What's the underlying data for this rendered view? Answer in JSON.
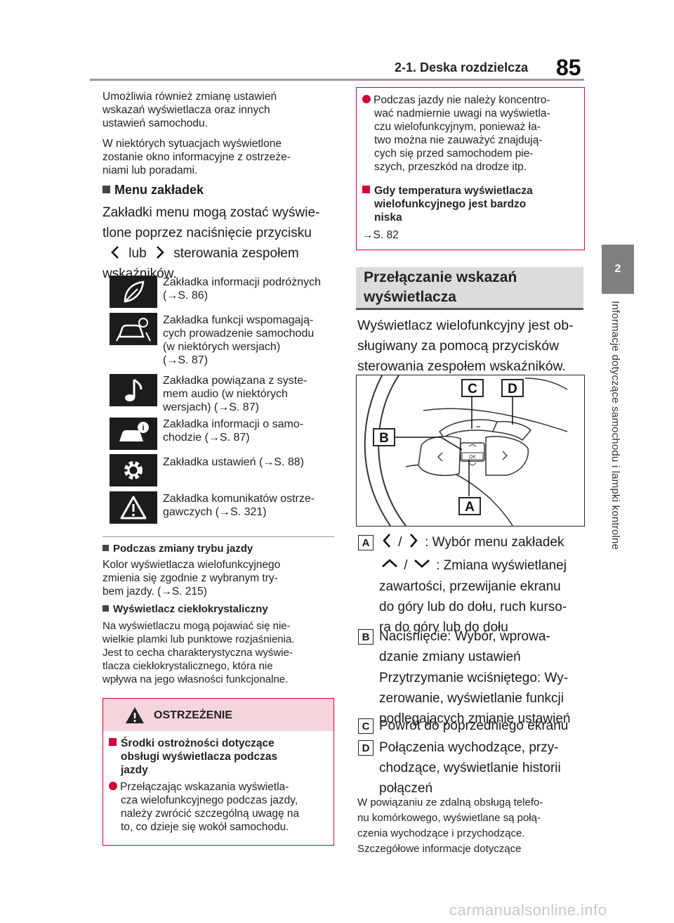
{
  "header": {
    "section_title": "2-1. Deska rozdzielcza",
    "page_number": "85",
    "side_tab_number": "2",
    "side_tab_text": "Informacje dotyczące samochodu i lampki kontrolne"
  },
  "left": {
    "intro_1": [
      "Umożliwia również zmianę ustawień",
      "wskazań wyświetlacza oraz innych",
      "ustawień samochodu."
    ],
    "intro_2": [
      "W niektórych sytuacjach wyświetlone",
      "zostanie okno informacyjne z ostrzeże-",
      "niami lub poradami."
    ],
    "menu_heading": "Menu zakładek",
    "menu_para": [
      "Zakładki menu mogą zostać wyświe-",
      "tlone poprzez naciśnięcie przycisku"
    ],
    "menu_para_lub": "lub",
    "menu_para_rest": "sterowania zespołem",
    "menu_para_end": "wskaźników.",
    "tabs": [
      {
        "icon": "leaf-icon",
        "lines": [
          "Zakładka informacji podróżnych",
          "(→S. 86)"
        ]
      },
      {
        "icon": "driving-assist-icon",
        "lines": [
          "Zakładka funkcji wspomagają-",
          "cych prowadzenie samochodu",
          "(w niektórych wersjach)",
          "(→S. 87)"
        ]
      },
      {
        "icon": "music-note-icon",
        "lines": [
          "Zakładka powiązana z syste-",
          "mem audio (w niektórych",
          "wersjach) (→S. 87)"
        ]
      },
      {
        "icon": "car-info-icon",
        "lines": [
          "Zakładka informacji o samo-",
          "chodzie (→S. 87)"
        ]
      },
      {
        "icon": "gear-icon",
        "lines": [
          "Zakładka ustawień (→S. 88)"
        ]
      },
      {
        "icon": "warning-icon",
        "lines": [
          "Zakładka komunikatów ostrze-",
          "gawczych (→S. 321)"
        ]
      }
    ],
    "drive_mode_heading": "Podczas zmiany trybu jazdy",
    "drive_mode_text": [
      "Kolor wyświetlacza wielofunkcyjnego",
      "zmienia się zgodnie z wybranym try-",
      "bem jazdy. (→S. 215)"
    ],
    "lcd_heading": "Wyświetlacz ciekłokrystaliczny",
    "lcd_text": [
      "Na wyświetlaczu mogą pojawiać się nie-",
      "wielkie plamki lub punktowe rozjaśnienia.",
      "Jest to cecha charakterystyczna wyświe-",
      "tlacza ciekłokrystalicznego, która nie",
      "wpływa na jego własności funkcjonalne."
    ],
    "warning": {
      "title": "OSTRZEŻENIE",
      "heading": [
        "Środki ostrożności dotyczące",
        "obsługi wyświetlacza podczas",
        "jazdy"
      ],
      "text": [
        "Przełączając wskazania wyświetla-",
        "cza wielofunkcyjnego podczas jazdy,",
        "należy zwrócić szczególną uwagę na",
        "to, co dzieje się wokół samochodu."
      ]
    }
  },
  "right": {
    "info_bullet": [
      "Podczas jazdy nie należy koncentro-",
      "wać nadmiernie uwagi na wyświetla-",
      "czu wielofunkcyjnym, ponieważ ła-",
      "two można nie zauważyć znajdują-",
      "cych się przed samochodem pie-",
      "szych, przeszkód na drodze itp."
    ],
    "info_heading": [
      "Gdy temperatura wyświetlacza",
      "wielofunkcyjnego jest bardzo",
      "niska"
    ],
    "info_ref": "→S. 82",
    "section_heading": [
      "Przełączanie wskazań",
      "wyświetlacza"
    ],
    "section_para": [
      "Wyświetlacz wielofunkcyjny jest ob-",
      "sługiwany za pomocą przycisków",
      "sterowania zespołem wskaźników."
    ],
    "diagram_labels": {
      "a": "A",
      "b": "B",
      "c": "C",
      "d": "D",
      "ok": "OK"
    },
    "items": {
      "a_sep": "/",
      "a_text": ": Wybór menu zakładek",
      "a2_sep": "/",
      "a2_text": ": Zmiana wyświetlanej",
      "a2_lines": [
        "zawartości, przewijanie ekranu",
        "do góry lub do dołu, ruch kurso-",
        "ra do góry lub do dołu"
      ],
      "b_lines": [
        "Naciśnięcie: Wybór, wprowa-",
        "dzanie zmiany ustawień"
      ],
      "b2_lines": [
        "Przytrzymanie wciśniętego: Wy-",
        "zerowanie, wyświetlanie funkcji",
        "podlegających zmianie ustawień"
      ],
      "c_text": "Powrót do poprzedniego ekranu",
      "d_lines": [
        "Połączenia wychodzące, przy-",
        "chodzące, wyświetlanie historii",
        "połączeń"
      ]
    },
    "footer_note": [
      "W powiązaniu ze zdalną obsługą telefo-",
      "nu komórkowego, wyświetlane są połą-",
      "czenia wychodzące i przychodzące.",
      "Szczegółowe informacje dotyczące"
    ]
  },
  "watermark": "carmanualsonline.info"
}
